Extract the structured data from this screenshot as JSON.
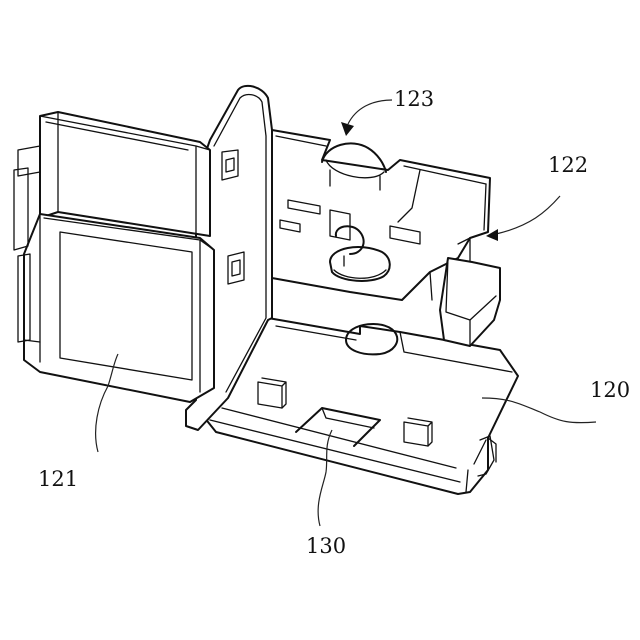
{
  "labels": {
    "ref_123": "123",
    "ref_122": "122",
    "ref_120": "120",
    "ref_121": "121",
    "ref_130": "130"
  }
}
